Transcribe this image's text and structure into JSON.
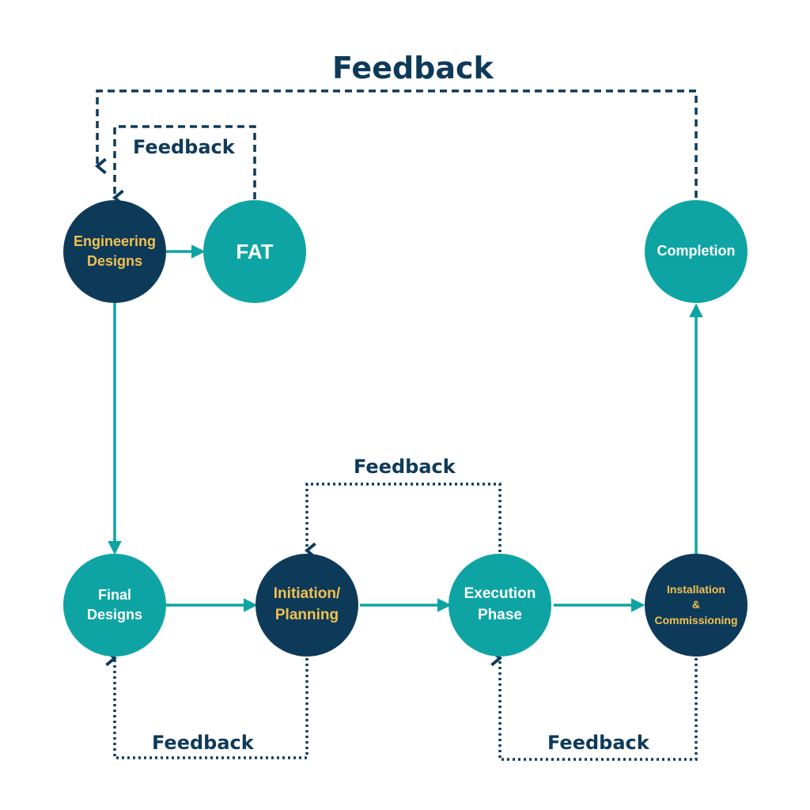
{
  "colors": {
    "teal": "#0fa4a4",
    "navy": "#0e3a5a",
    "yellow_text": "#f2c14e",
    "white_text": "#ffffff"
  },
  "nodes": {
    "engineering_designs": {
      "line1": "Engineering",
      "line2": "Designs"
    },
    "fat": {
      "line1": "FAT"
    },
    "completion": {
      "line1": "Completion"
    },
    "final_designs": {
      "line1": "Final",
      "line2": "Designs"
    },
    "initiation_planning": {
      "line1": "Initiation/",
      "line2": "Planning"
    },
    "execution_phase": {
      "line1": "Execution",
      "line2": "Phase"
    },
    "installation_commissioning": {
      "line1": "Installation",
      "line2": "&",
      "line3": "Commissioning"
    }
  },
  "feedback_labels": {
    "top": "Feedback",
    "eng_fat": "Feedback",
    "middle": "Feedback",
    "bottom_left": "Feedback",
    "bottom_right": "Feedback"
  }
}
